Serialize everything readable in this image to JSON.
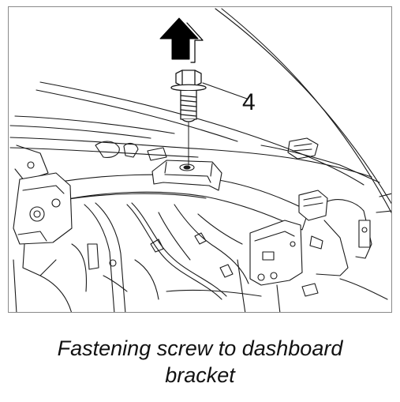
{
  "diagram": {
    "callout_number": "4",
    "caption_line1": "Fastening screw to dashboard",
    "caption_line2": "bracket",
    "icons": {
      "direction": "up-arrow-icon",
      "part": "flange-bolt-icon"
    },
    "colors": {
      "line": "#1a1a1a",
      "fill": "#ffffff",
      "arrow": "#000000",
      "frame": "#8a8a8a"
    }
  }
}
